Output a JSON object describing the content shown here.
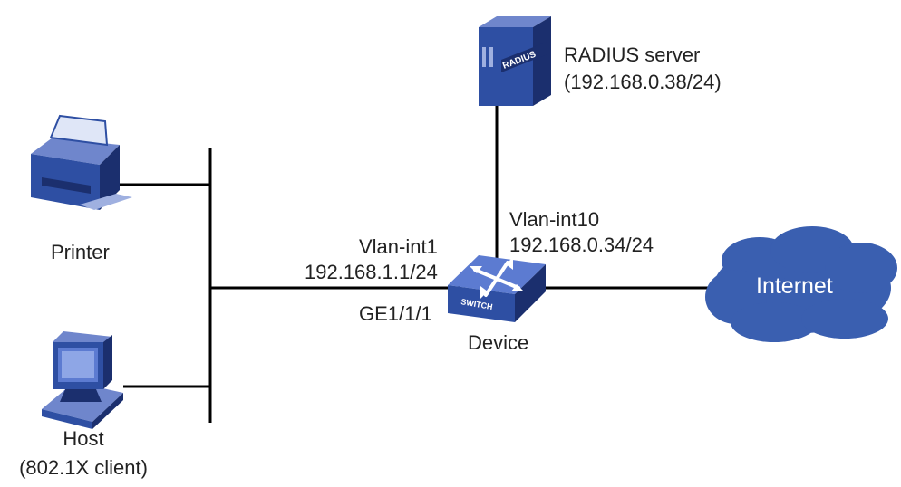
{
  "colors": {
    "line": "#000000",
    "device_blue": "#2e4fa3",
    "device_dark": "#1b2f6e",
    "cloud": "#3a5fb0",
    "text": "#222222"
  },
  "nodes": {
    "radius": {
      "icon": "server-icon",
      "icon_text": "RADIUS",
      "name": "RADIUS server",
      "ip": "(192.168.0.38/24)"
    },
    "printer": {
      "icon": "printer-icon",
      "name": "Printer"
    },
    "host": {
      "icon": "desktop-computer-icon",
      "name": "Host",
      "subtitle": "(802.1X client)"
    },
    "device": {
      "icon": "switch-icon",
      "icon_text": "SWITCH",
      "name": "Device",
      "left_if_name": "Vlan-int1",
      "left_if_ip": "192.168.1.1/24",
      "port": "GE1/1/1",
      "top_if_name": "Vlan-int10",
      "top_if_ip": "192.168.0.34/24"
    },
    "internet": {
      "icon": "cloud-icon",
      "name": "Internet"
    }
  }
}
